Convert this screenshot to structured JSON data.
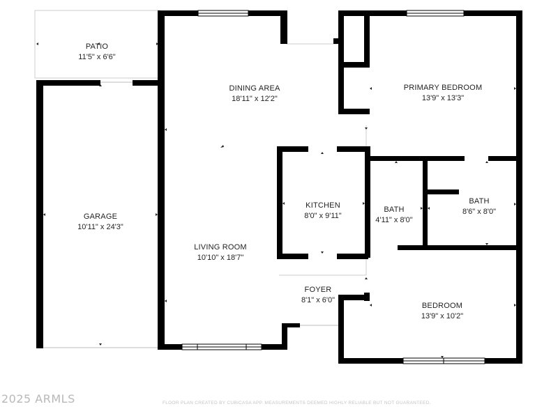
{
  "rooms": {
    "patio": {
      "name": "PATIO",
      "dims": "11'5\" x 6'6\""
    },
    "dining": {
      "name": "DINING AREA",
      "dims": "18'11\" x 12'2\""
    },
    "primary": {
      "name": "PRIMARY BEDROOM",
      "dims": "13'9\" x 13'3\""
    },
    "garage": {
      "name": "GARAGE",
      "dims": "10'11\" x 24'3\""
    },
    "kitchen": {
      "name": "KITCHEN",
      "dims": "8'0\" x 9'11\""
    },
    "bath1": {
      "name": "BATH",
      "dims": "4'11\" x 8'0\""
    },
    "bath2": {
      "name": "BATH",
      "dims": "8'6\" x 8'0\""
    },
    "living": {
      "name": "LIVING ROOM",
      "dims": "10'10\" x 18'7\""
    },
    "foyer": {
      "name": "FOYER",
      "dims": "8'1\" x 6'0\""
    },
    "bedroom": {
      "name": "BEDROOM",
      "dims": "13'9\" x 10'2\""
    }
  },
  "footer": {
    "watermark": "2025 ARMLS",
    "disclaimer": "FLOOR PLAN CREATED BY CUBICASA APP. MEASUREMENTS DEEMED HIGHLY RELIABLE BUT NOT GUARANTEED."
  },
  "colors": {
    "wall": "#000000",
    "thin_wall": "#cccccc",
    "background": "#ffffff"
  }
}
